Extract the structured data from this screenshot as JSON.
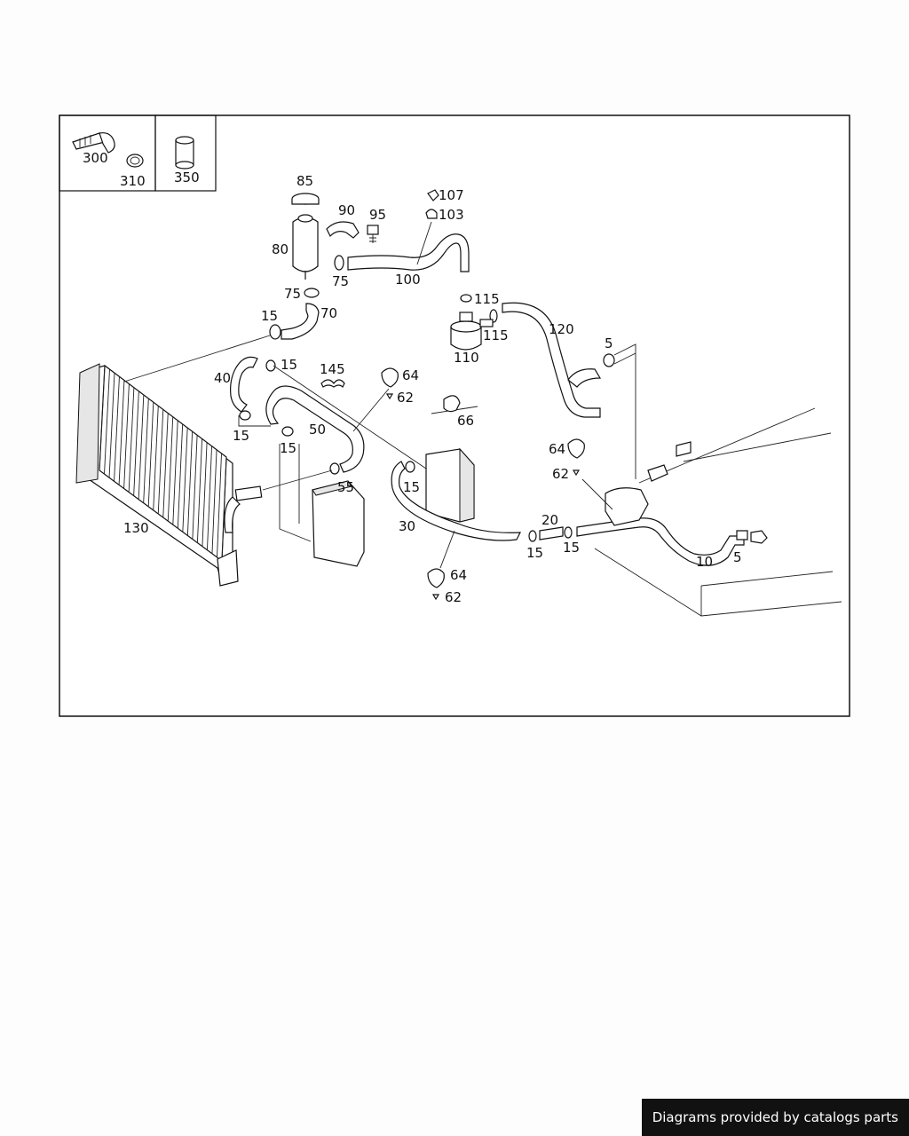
{
  "labels": {
    "l300": "300",
    "l310": "310",
    "l350": "350",
    "l85": "85",
    "l90": "90",
    "l95": "95",
    "l80": "80",
    "l75a": "75",
    "l75b": "75",
    "l70": "70",
    "l100": "100",
    "l107": "107",
    "l103": "103",
    "l115a": "115",
    "l115b": "115",
    "l110": "110",
    "l120": "120",
    "l5a": "5",
    "l5b": "5",
    "l15a": "15",
    "l15b": "15",
    "l15c": "15",
    "l15d": "15",
    "l15e": "15",
    "l15f": "15",
    "l15g": "15",
    "l40": "40",
    "l145": "145",
    "l64a": "64",
    "l62a": "62",
    "l66": "66",
    "l50": "50",
    "l55": "55",
    "l130": "130",
    "l30": "30",
    "l20": "20",
    "l64b": "64",
    "l62b": "62",
    "l64c": "64",
    "l62c": "62",
    "l10": "10"
  },
  "footer": {
    "text": "Diagrams provided by catalogs parts"
  }
}
